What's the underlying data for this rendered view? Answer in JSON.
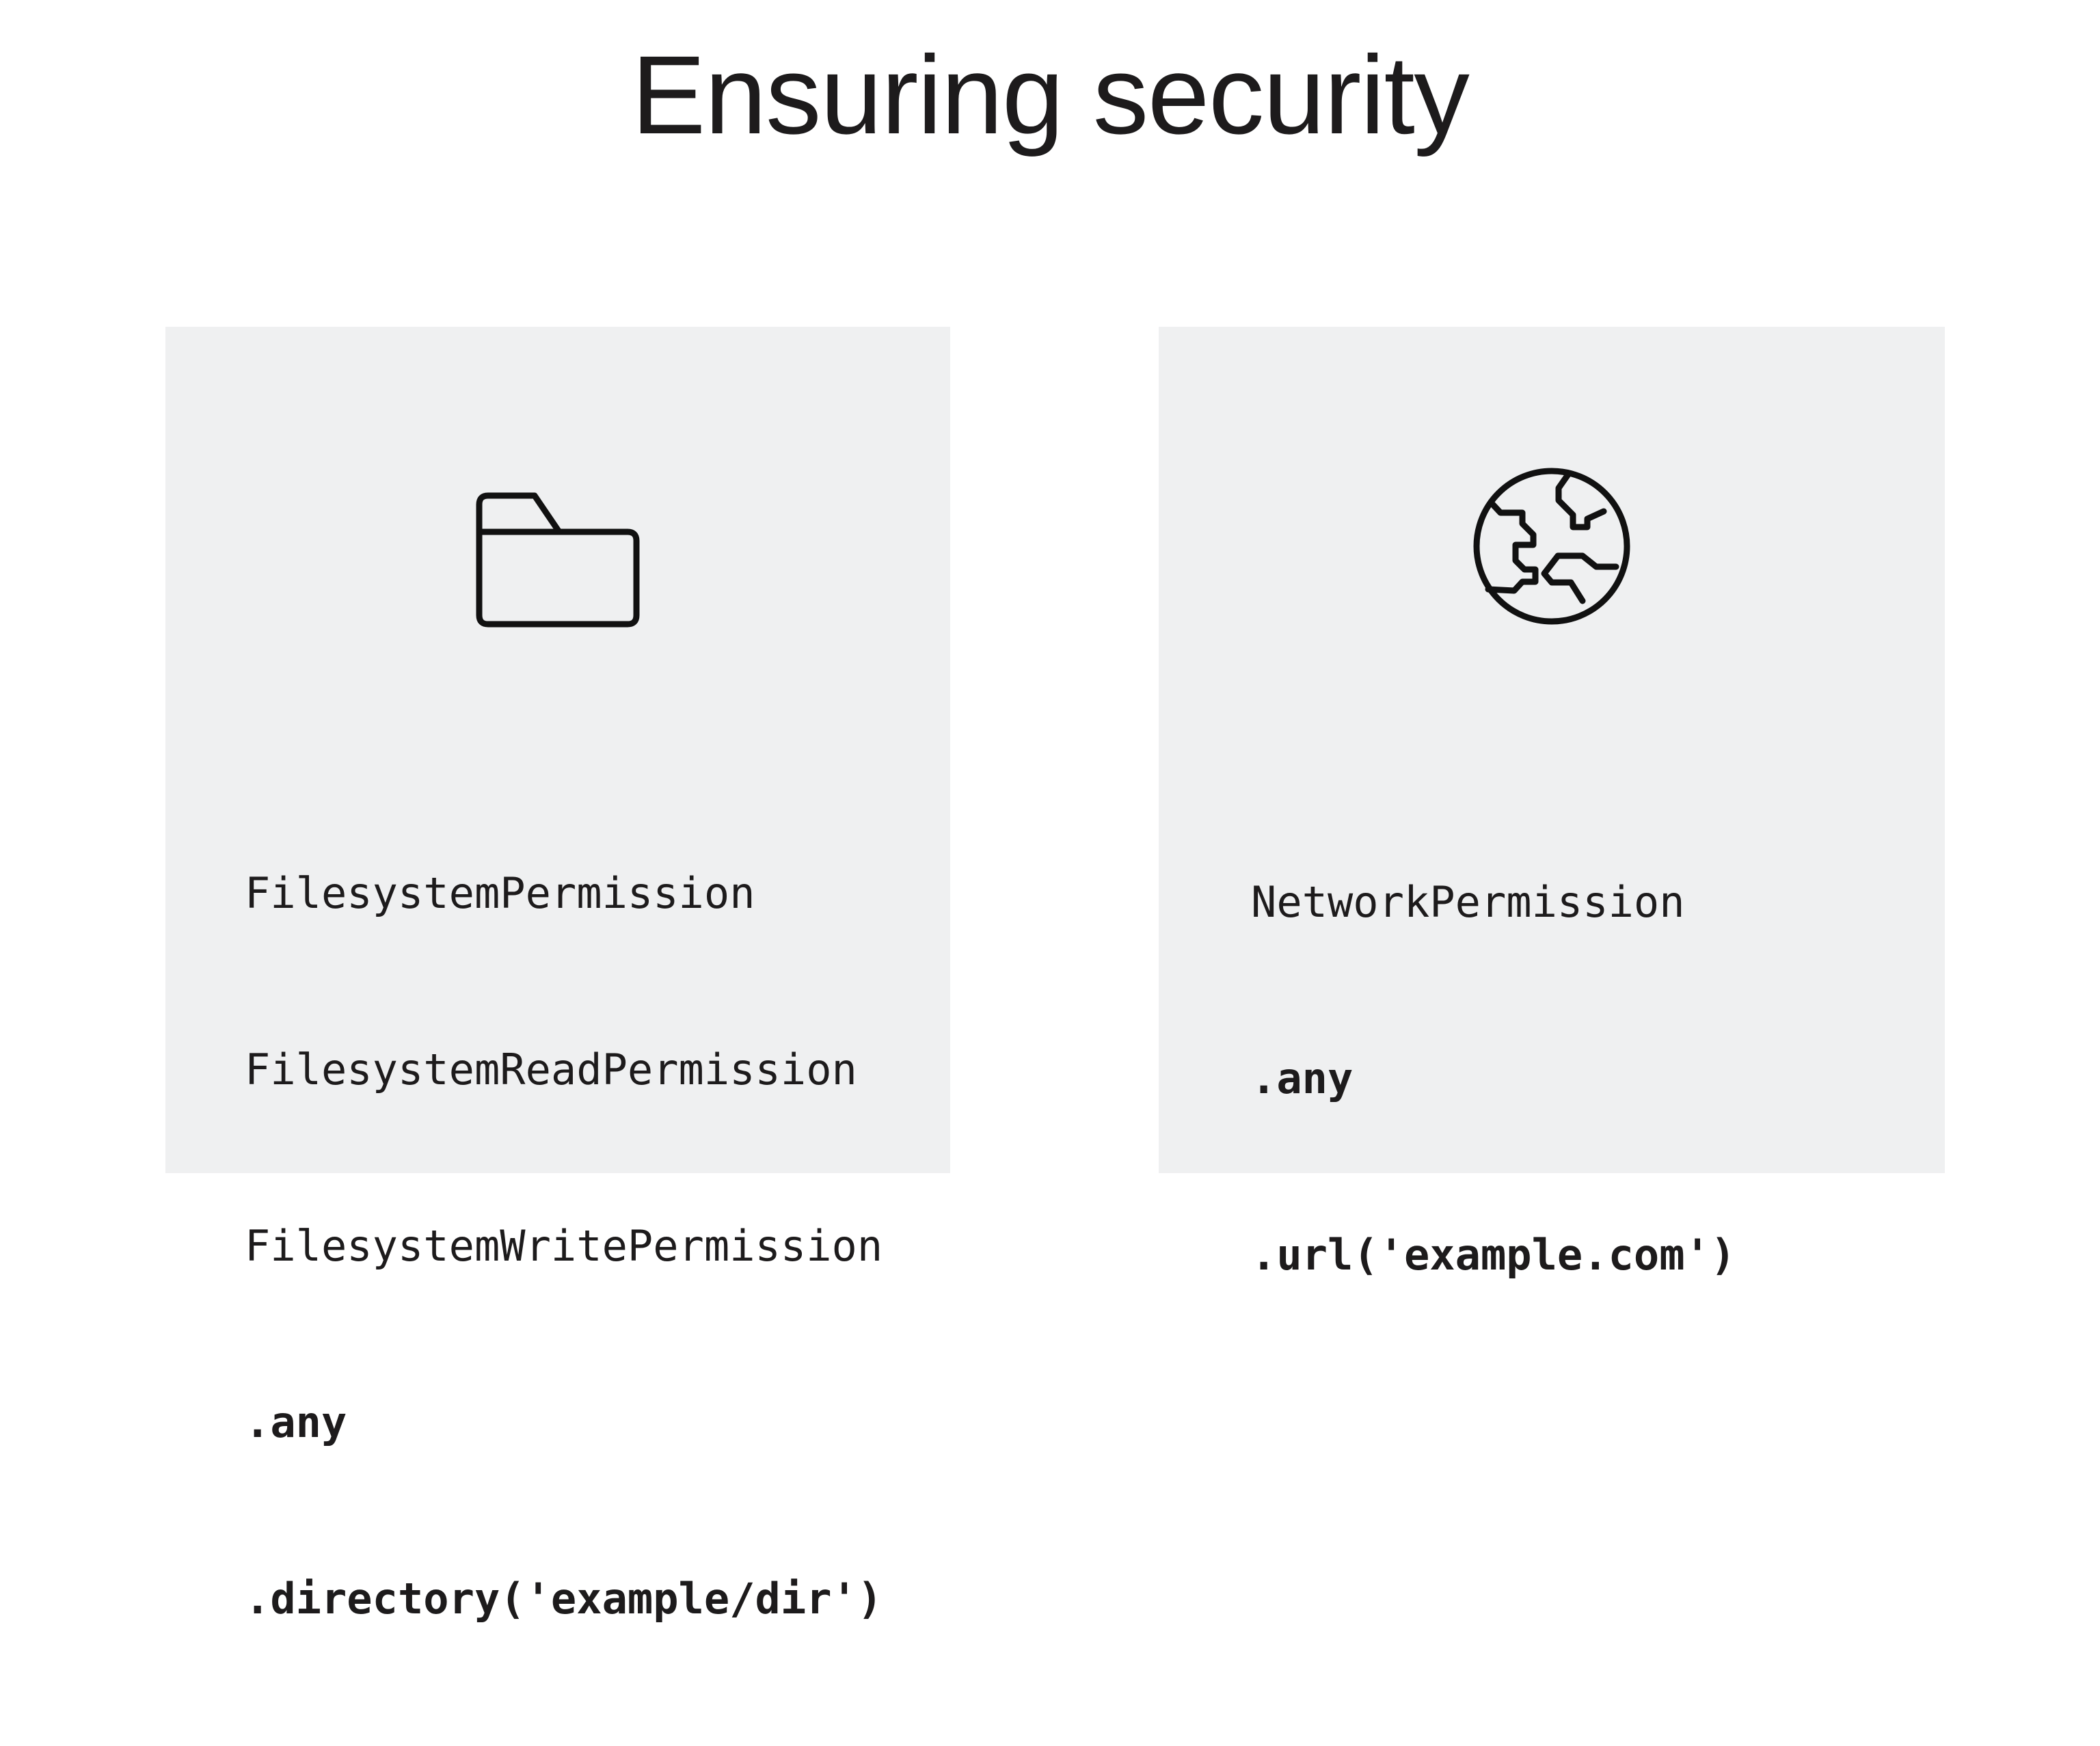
{
  "page": {
    "title": "Ensuring security",
    "background_color": "#ffffff",
    "text_color": "#1d1b1c"
  },
  "cards": [
    {
      "id": "filesystem",
      "icon_name": "folder-icon",
      "background_color": "#eff0f1",
      "code_lines": [
        {
          "text": "FilesystemPermission",
          "bold": false
        },
        {
          "text": "FilesystemReadPermission",
          "bold": false
        },
        {
          "text": "FilesystemWritePermission",
          "bold": false
        },
        {
          "text": ".any",
          "bold": true
        },
        {
          "text": ".directory('example/dir')",
          "bold": true
        }
      ]
    },
    {
      "id": "network",
      "icon_name": "globe-icon",
      "background_color": "#eff0f1",
      "code_lines": [
        {
          "text": "NetworkPermission",
          "bold": false
        },
        {
          "text": ".any",
          "bold": true
        },
        {
          "text": ".url('example.com')",
          "bold": true
        }
      ]
    }
  ]
}
